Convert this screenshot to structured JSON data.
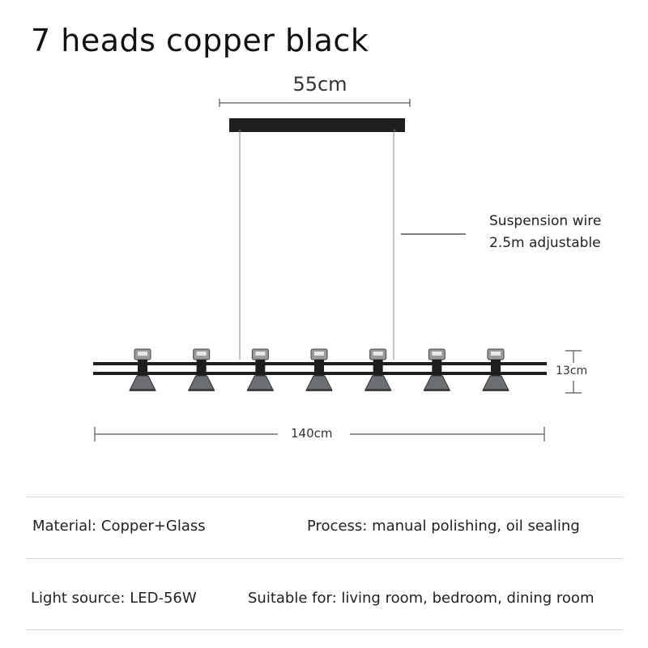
{
  "title": "7 heads copper black",
  "dimensions": {
    "width_top": "55cm",
    "height": "13cm",
    "length": "140cm"
  },
  "wire": {
    "line1": "Suspension wire",
    "line2": "2.5m adjustable"
  },
  "specs": {
    "material": "Material: Copper+Glass",
    "process": "Process: manual polishing, oil sealing",
    "light_source": "Light source: LED-56W",
    "suitable_for": "Suitable for: living room, bedroom, dining room"
  },
  "lamp": {
    "heads": 7,
    "colors": {
      "frame": "#1e1e1e",
      "wire": "#8a8a8a",
      "chrome": "#9a9a9a",
      "glass": "#6b6f74"
    }
  }
}
